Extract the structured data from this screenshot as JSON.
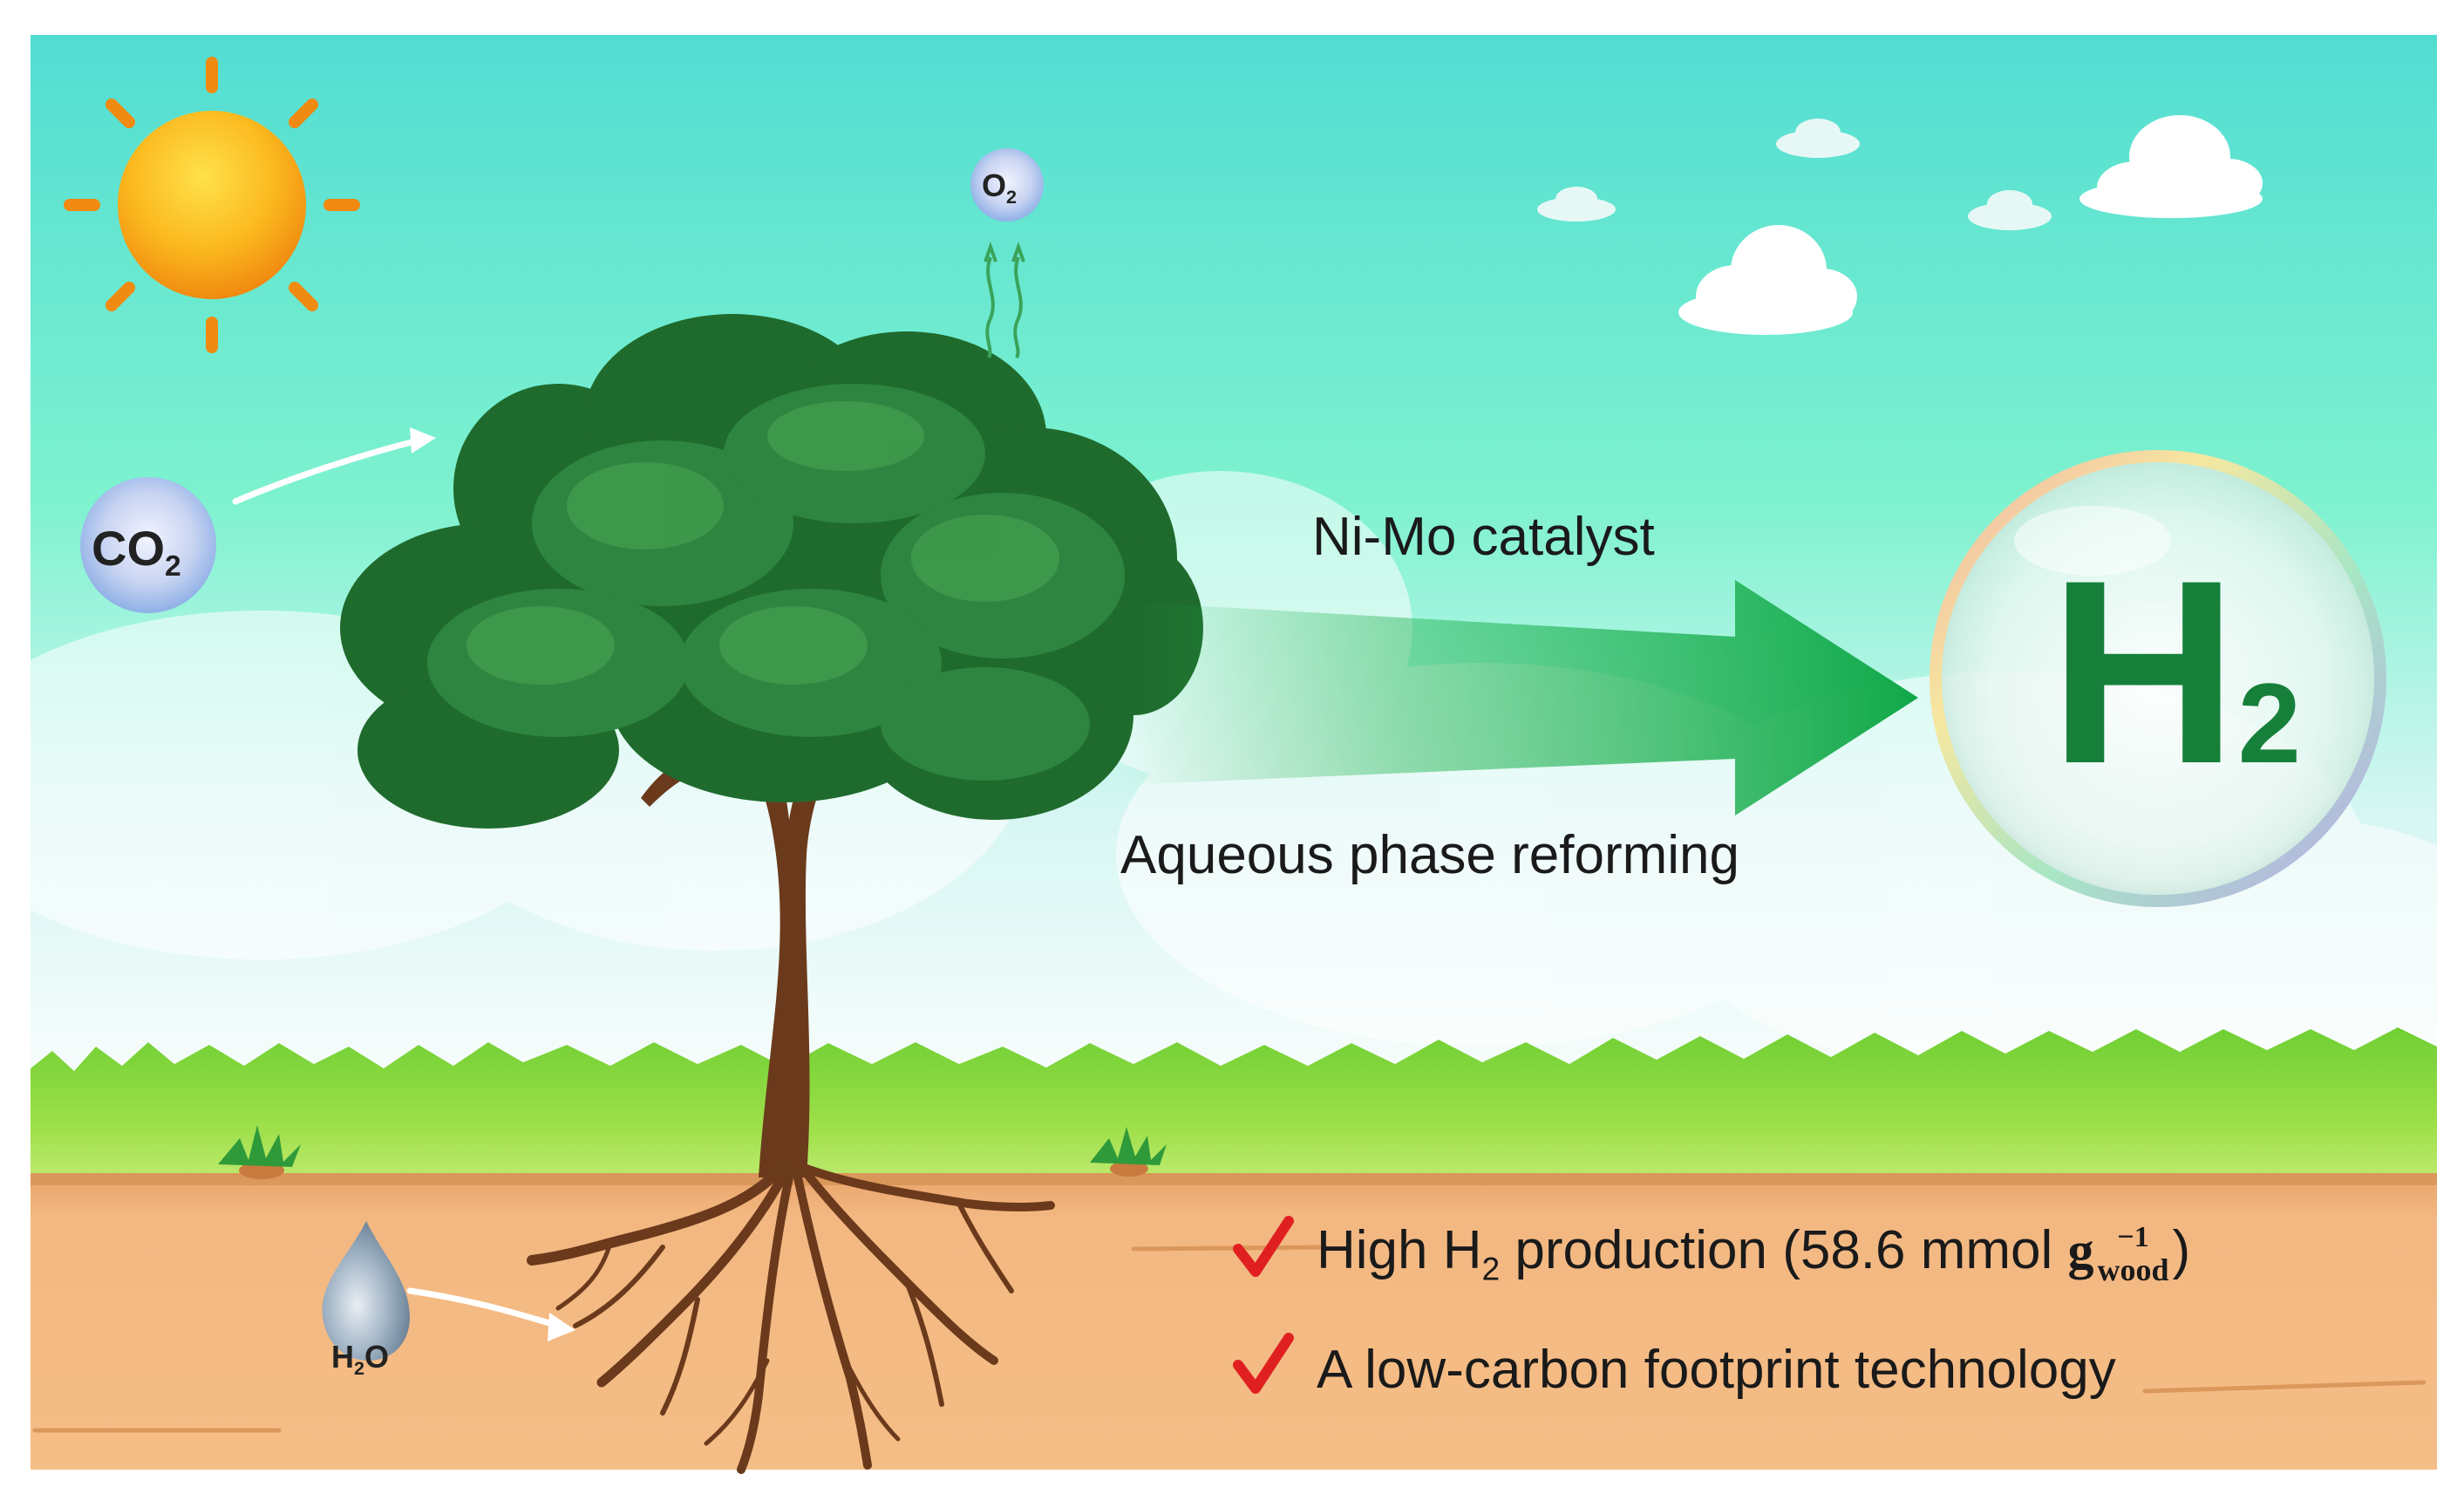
{
  "molecules": {
    "o2": "O2",
    "co2": "CO2",
    "h2o": "H2O"
  },
  "process": {
    "catalyst": "Ni-Mo catalyst",
    "method": "Aqueous phase reforming"
  },
  "product": {
    "symbol": "H",
    "subscript": "2"
  },
  "highlights": [
    {
      "prefix": "High H",
      "sub": "2",
      "middle": " production (58.6 mmol ",
      "unit": "g",
      "unit_sup": "−1",
      "unit_sub": "wood",
      "suffix": ")"
    },
    {
      "text": "A low-carbon footprint technology"
    }
  ],
  "colors": {
    "sky_top": "#4fdcd0",
    "sky_bottom": "#f4fcfb",
    "grass": "#7ed23a",
    "soil": "#f2b47a",
    "leaf_dark": "#1e6a2c",
    "leaf_light": "#3f9a4c",
    "trunk": "#6b3a1c",
    "arrow": "#12a84a",
    "check": "#e02020",
    "sun": "#f7a014"
  },
  "icons": [
    "sun-icon",
    "cloud-icon",
    "tree-icon",
    "water-drop-icon",
    "check-icon",
    "arrow-icon",
    "bubble-icon"
  ]
}
